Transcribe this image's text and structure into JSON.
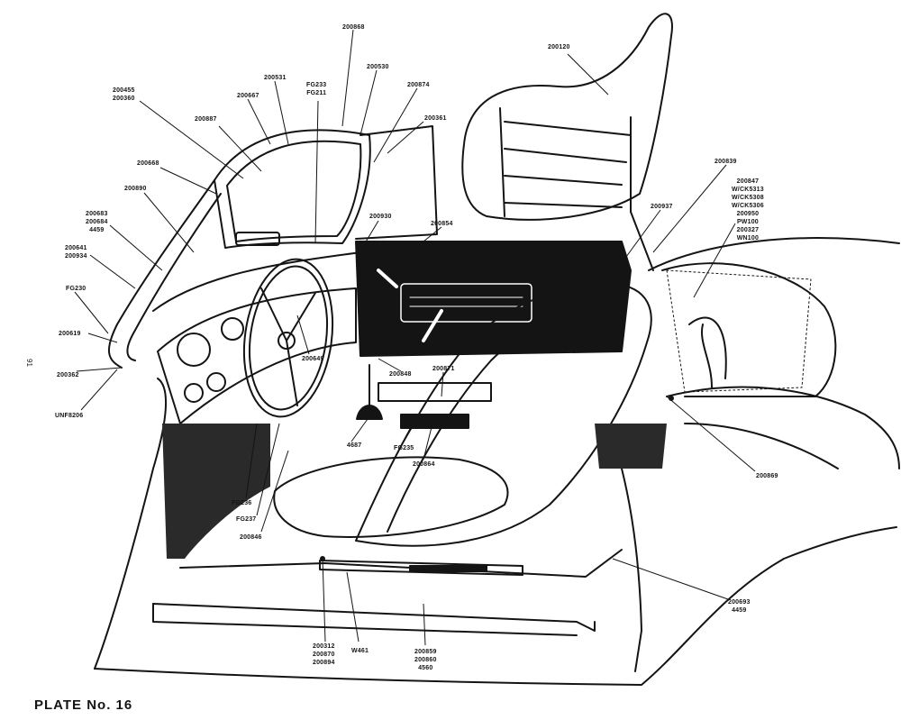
{
  "labels": {
    "l1": "200868",
    "l2": "200531",
    "l3": "200530",
    "l4": "200120",
    "l5a": "200455",
    "l5b": "200360",
    "l6": "200667",
    "l7a": "FG233",
    "l7b": "FG211",
    "l8": "200874",
    "l9": "200887",
    "l10": "200361",
    "l11": "200668",
    "l12": "200839",
    "l13": "200890",
    "l14a": "200847",
    "l14b": "W/CK5313",
    "l14c": "W/CK5308",
    "l14d": "W/CK5306",
    "l14e": "200950",
    "l14f": "PW100",
    "l14g": "200327",
    "l14h": "WN100",
    "l15": "200937",
    "l16a": "200683",
    "l16b": "200684",
    "l16c": "4459",
    "l17": "200930",
    "l18": "200854",
    "l19a": "200641",
    "l19b": "200934",
    "l20": "FG230",
    "l21": "200619",
    "l22": "200362",
    "l23": "UNF8206",
    "l24": "200649",
    "l25": "200848",
    "l26": "200871",
    "l27": "4687",
    "l28": "FG235",
    "l29": "200864",
    "l30": "200869",
    "l31": "FG236",
    "l32": "FG237",
    "l33": "200846",
    "l34a": "200693",
    "l34b": "4459",
    "l35a": "200312",
    "l35b": "200870",
    "l35c": "200894",
    "l36": "W461",
    "l37a": "200859",
    "l37b": "200860",
    "l37c": "4560"
  },
  "plate_title": "PLATE No. 16",
  "page_number": "91"
}
